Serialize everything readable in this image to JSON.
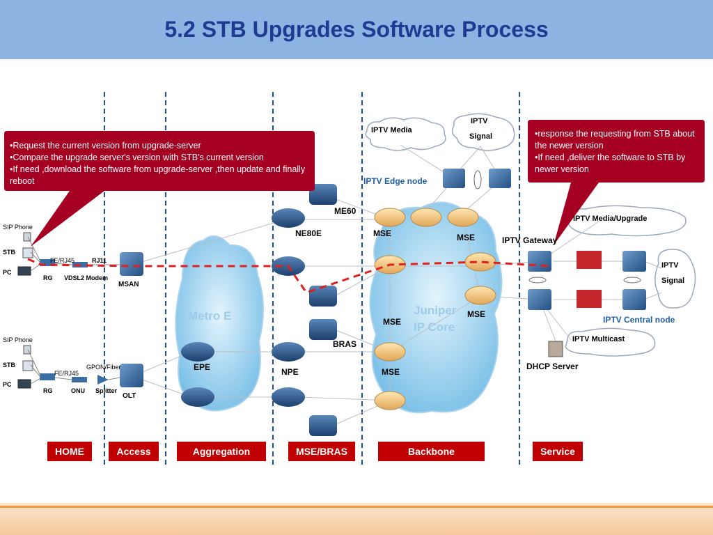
{
  "header": {
    "title": "5.2 STB Upgrades Software Process"
  },
  "callouts": {
    "left": [
      "•Request the current version from upgrade-server",
      "•Compare the upgrade server's version with STB's current version",
      "•If need ,download the software from upgrade-server ,then update and finally reboot"
    ],
    "right": [
      "•response the requesting from STB about the newer version",
      "•If need ,deliver the software to STB by newer version"
    ]
  },
  "sections": [
    "HOME",
    "Access",
    "Aggregation",
    "MSE/BRAS",
    "Backbone",
    "Service"
  ],
  "home_top": {
    "sip": "SIP Phone",
    "stb": "STB",
    "pc": "PC",
    "fe": "FE/RJ45",
    "rj11": "RJ11",
    "rg": "RG",
    "modem": "VDSL2 Modem",
    "msan": "MSAN"
  },
  "home_bottom": {
    "sip": "SIP Phone",
    "stb": "STB",
    "pc": "PC",
    "fe": "FE/RJ45",
    "gpon": "GPON/Fiber",
    "rg": "RG",
    "onu": "ONU",
    "splitter": "Splitter",
    "olt": "OLT"
  },
  "aggregation": {
    "cloud": "Metro E",
    "epe": "EPE"
  },
  "mse_bras": {
    "me60": "ME60",
    "ne80e": "NE80E",
    "bras": "BRAS",
    "npe": "NPE"
  },
  "backbone": {
    "cloud_line1": "Juniper",
    "cloud_line2": "IP Core",
    "mse_a": "MSE",
    "mse_b": "MSE",
    "mse_c": "MSE",
    "mse_d": "MSE",
    "mse_e": "MSE",
    "edge_node": "IPTV Edge node",
    "iptv_media": "IPTV Media",
    "iptv_signal_1": "IPTV",
    "iptv_signal_2": "Signal"
  },
  "service": {
    "media_upgrade": "IPTV Media/Upgrade",
    "gateway": "IPTV Gateway",
    "signal_1": "IPTV",
    "signal_2": "Signal",
    "central_node": "IPTV Central node",
    "multicast": "IPTV Multicast",
    "dhcp": "DHCP Server"
  },
  "colors": {
    "header": "#8db3e2",
    "title": "#1f3a93",
    "callout": "#a50021",
    "section": "#c00000",
    "path": "#e0201e",
    "cloud": "#8ccbef"
  }
}
